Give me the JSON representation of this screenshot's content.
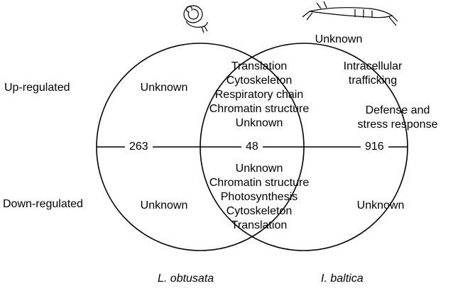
{
  "rows": {
    "up": "Up-regulated",
    "down": "Down-regulated"
  },
  "species": {
    "left": "L. obtusata",
    "right": "I. baltica"
  },
  "counts": {
    "left": "263",
    "overlap": "48",
    "right": "916"
  },
  "regions": {
    "left_up": [
      "Unknown"
    ],
    "left_down": [
      "Unknown"
    ],
    "overlap_up": [
      "Translation",
      "Cytoskeleton",
      "Respiratory chain",
      "Chromatin structure",
      "Unknown"
    ],
    "overlap_down": [
      "Unknown",
      "Chromatin structure",
      "Photosynthesis",
      "Cytoskeleton",
      "Translation"
    ],
    "right_up_top": [
      "Unknown"
    ],
    "right_up_mid": [
      "Intracellular",
      "trafficking"
    ],
    "right_up_low": [
      "Defense and",
      "stress response"
    ],
    "right_down": [
      "Unknown"
    ]
  },
  "icons": {
    "left": "snail-icon",
    "right": "isopod-icon"
  }
}
